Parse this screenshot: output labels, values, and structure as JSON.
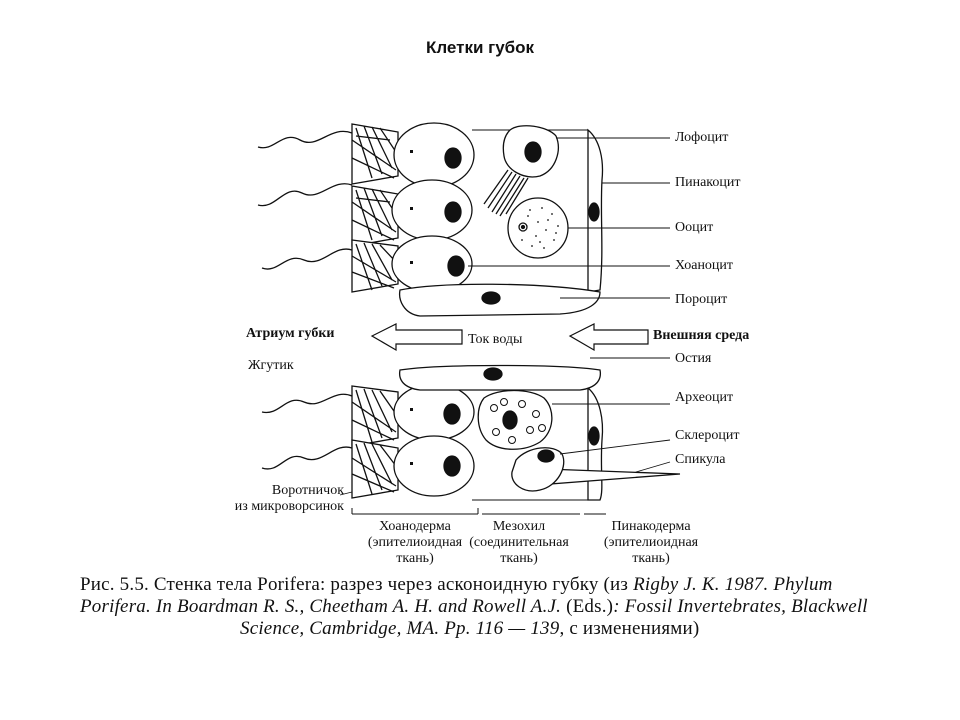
{
  "title": "Клетки губок",
  "labels": {
    "lophocyte": "Лофоцит",
    "pinacocyte": "Пинакоцит",
    "oocyte": "Ооцит",
    "choanocyte": "Хоаноцит",
    "porocyte": "Пороцит",
    "atrium": "Атриум губки",
    "external": "Внешняя среда",
    "water_flow": "Ток воды",
    "ostium": "Остия",
    "flagellum": "Жгутик",
    "archaeocyte": "Археоцит",
    "sclerocyte": "Склероцит",
    "spicule": "Спикула",
    "collar_1": "Воротничок",
    "collar_2": "из микроворсинок",
    "choanoderm_1": "Хоанодерма",
    "choanoderm_2": "(эпителиоидная",
    "choanoderm_3": "ткань)",
    "mesohyl_1": "Мезохил",
    "mesohyl_2": "(соединительная",
    "mesohyl_3": "ткань)",
    "pinacoderm_1": "Пинакодерма",
    "pinacoderm_2": "(эпителиоидная",
    "pinacoderm_3": "ткань)"
  },
  "caption": {
    "l1_a": "Рис. 5.5. Стенка тела Porifera: разрез через асконоидную губку (из ",
    "l1_b": "Rigby J. K. 1987. Phylum",
    "l2_a": "Porifera. In Boardman R. S., Cheetham A. H. and Rowell A.J. ",
    "l2_b": "(Eds.)",
    "l2_c": ": Fossil Invertebrates, Blackwell",
    "l3_a": "Science, Cambridge, MA. Pp. 116 — 139",
    "l3_b": ", с изменениями)"
  }
}
